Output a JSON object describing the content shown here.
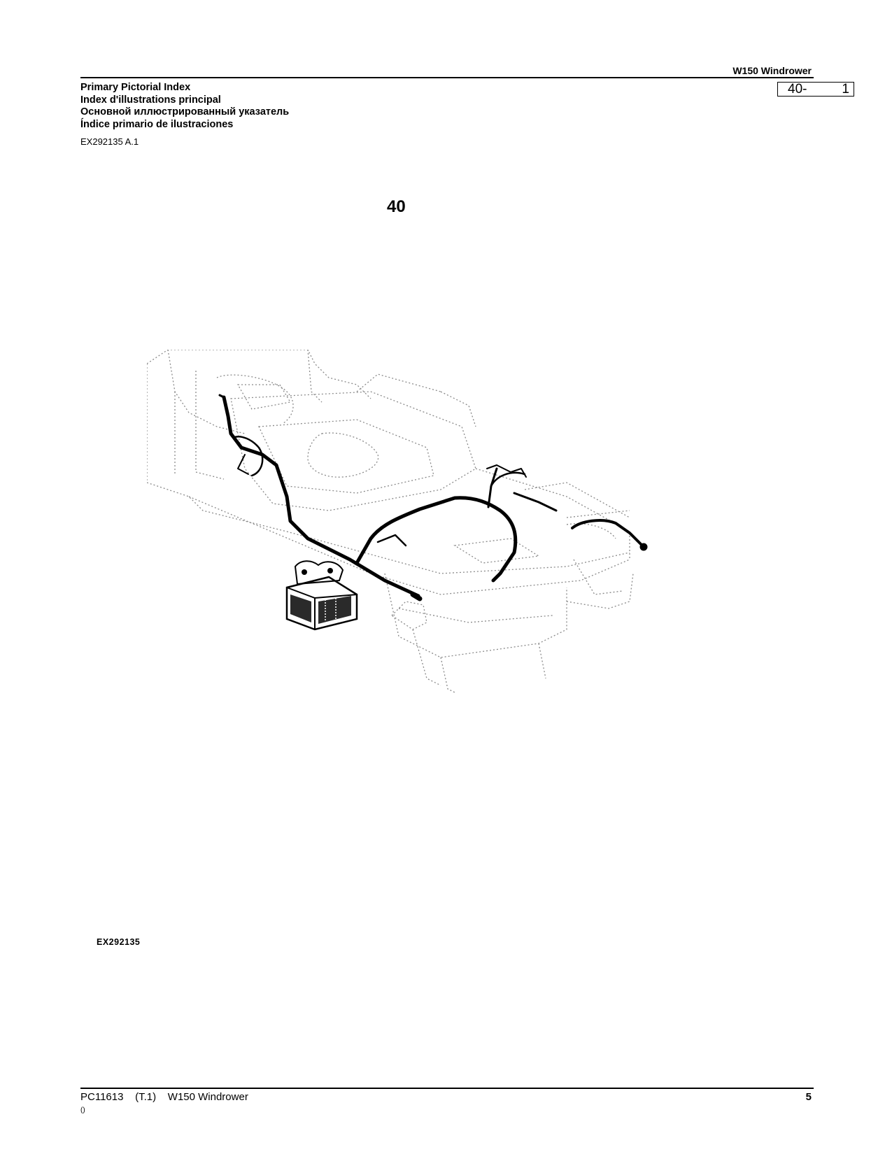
{
  "header": {
    "model": "W150 Windrower",
    "page_section": "40-",
    "page_number": "1"
  },
  "titles": [
    "Primary Pictorial Index",
    "Index d'illustrations principal",
    "Основной иллюстрированный указатель",
    "Índice primario de ilustraciones"
  ],
  "reference": "EX292135 A.1",
  "group_number": "40",
  "figure": {
    "id_label": "EX292135",
    "icon": "wiring-harness-illustration"
  },
  "footer": {
    "doc_code": "PC11613",
    "revision": "(T.1)",
    "model": "W150 Windrower",
    "page": "5",
    "note": "()"
  }
}
